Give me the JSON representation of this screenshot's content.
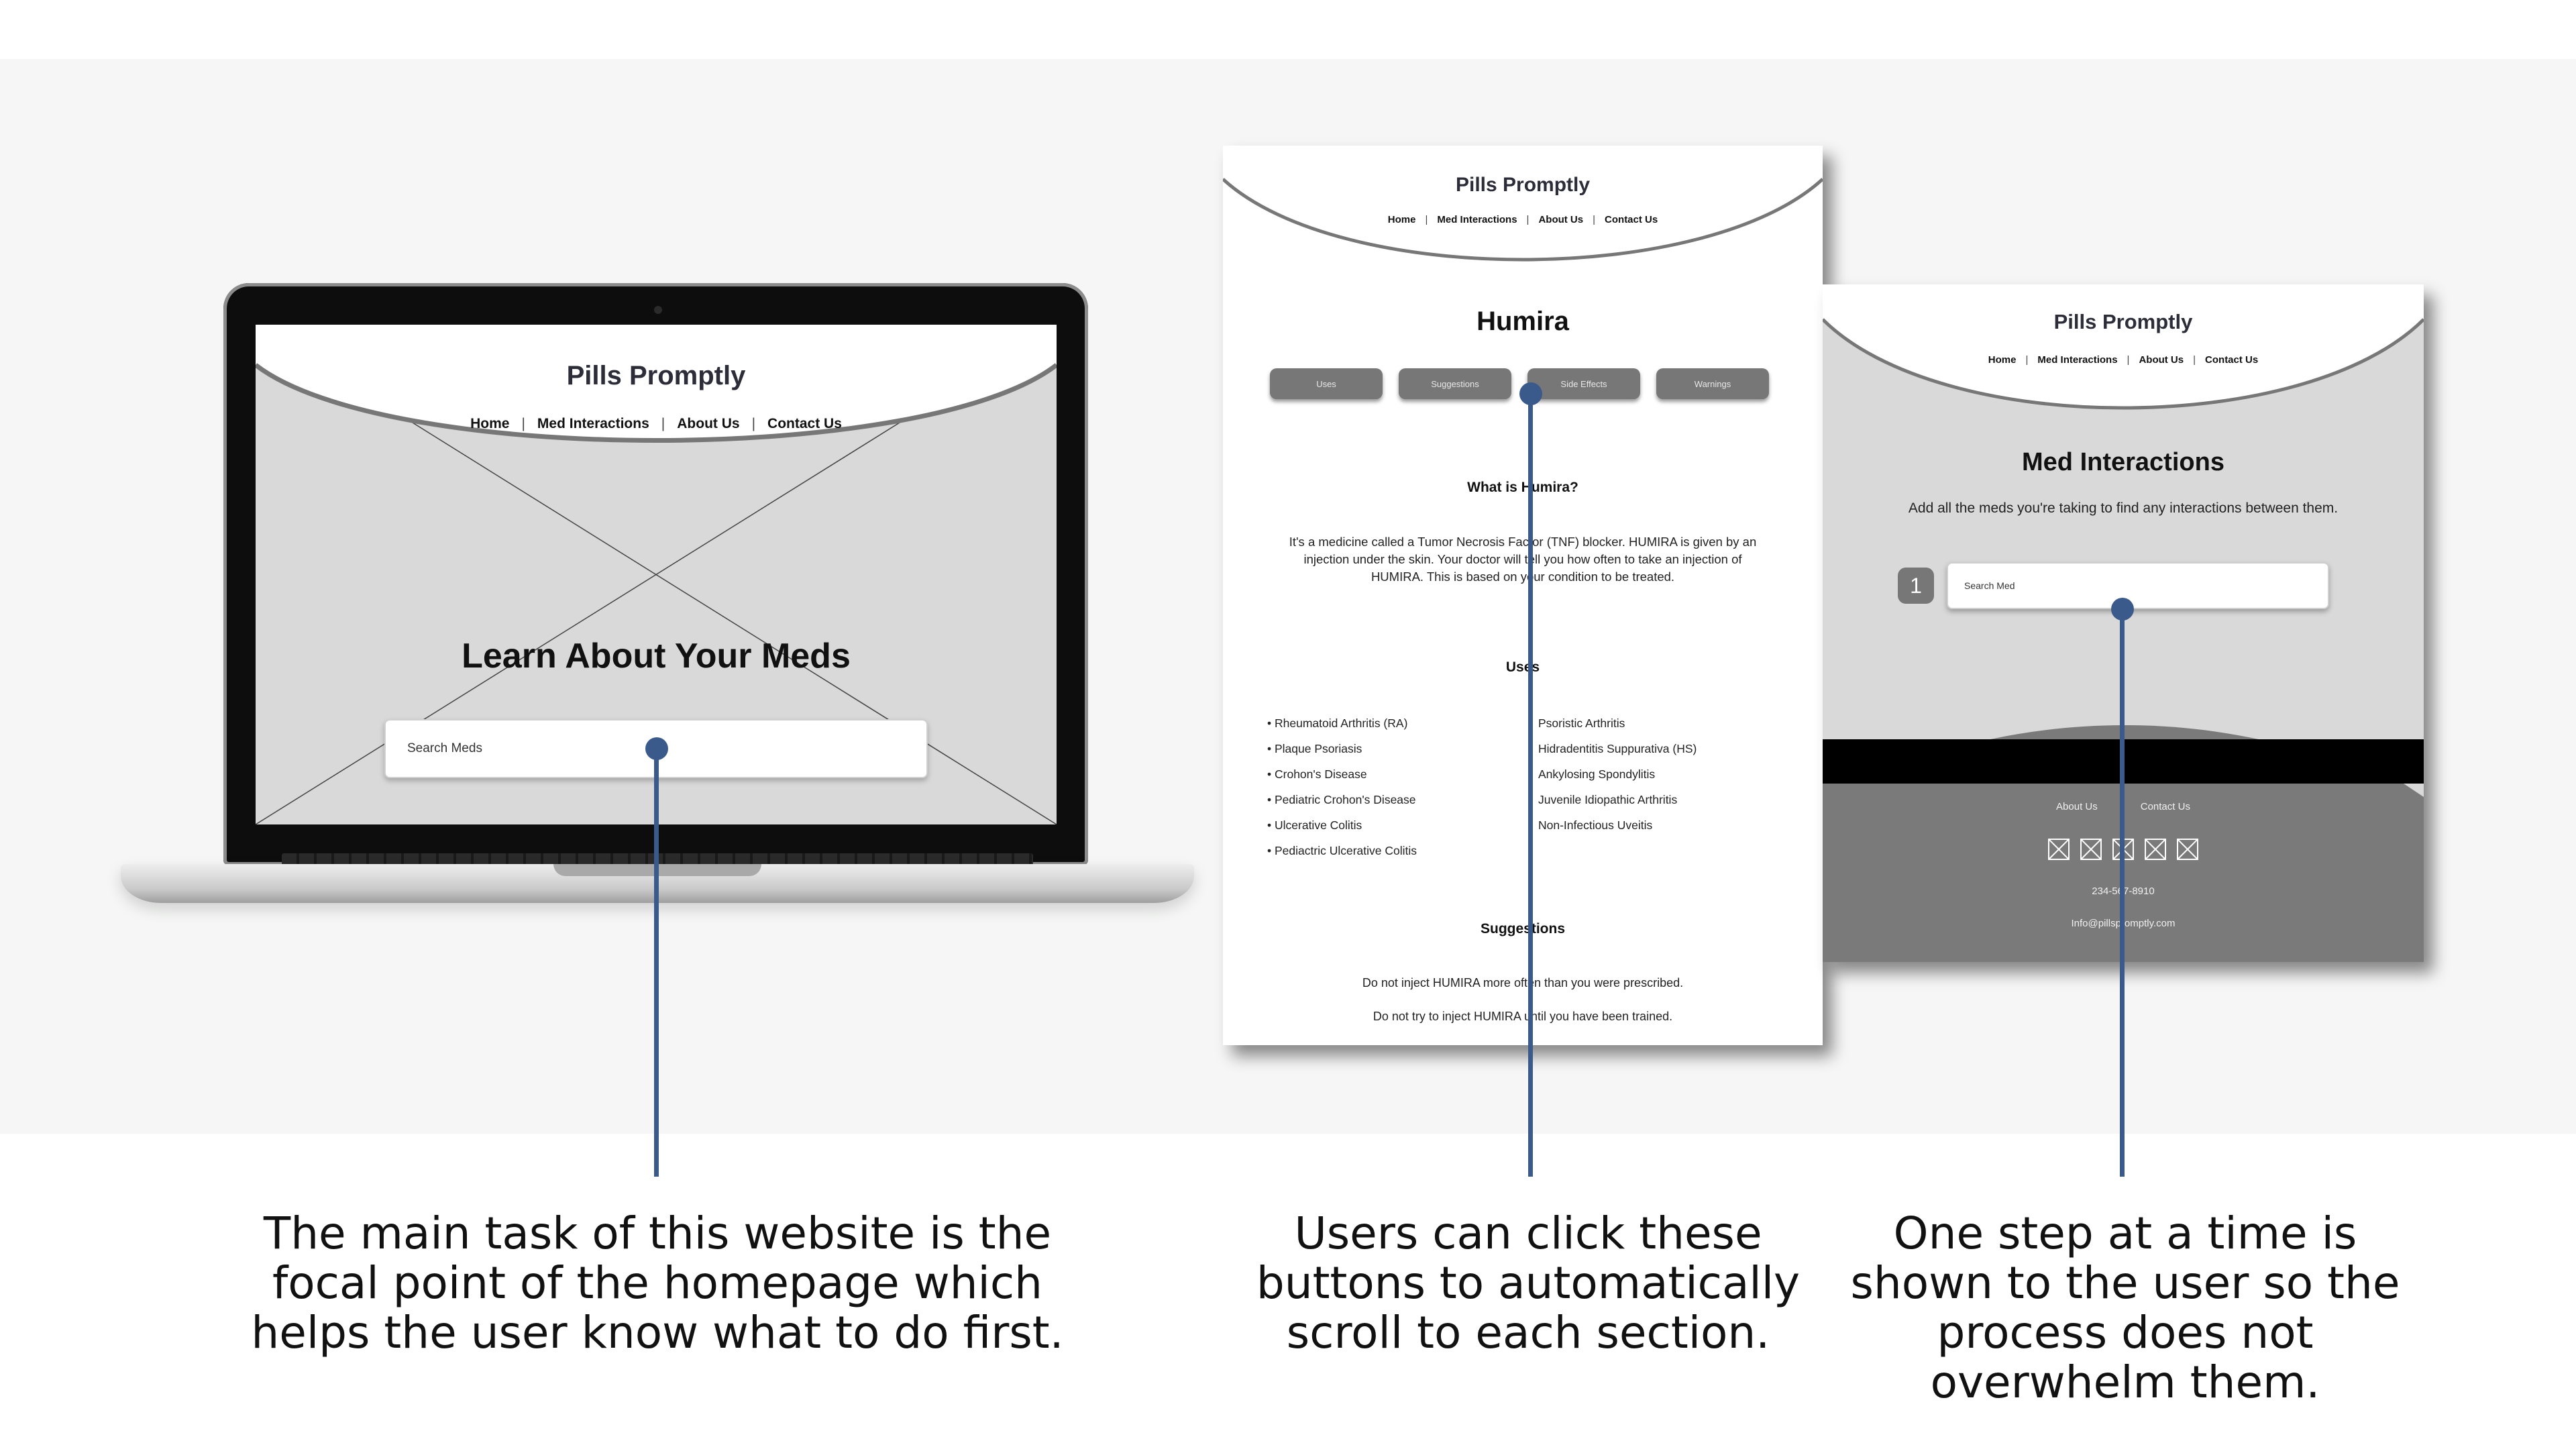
{
  "homepage": {
    "brand": "Pills Promptly",
    "nav": [
      "Home",
      "Med Interactions",
      "About Us",
      "Contact Us"
    ],
    "hero": "Learn About Your Meds",
    "search_placeholder": "Search Meds"
  },
  "humira_page": {
    "brand": "Pills Promptly",
    "nav": [
      "Home",
      "Med Interactions",
      "About Us",
      "Contact Us"
    ],
    "title": "Humira",
    "buttons": [
      "Uses",
      "Suggestions",
      "Side Effects",
      "Warnings"
    ],
    "what_heading": "What is Humira?",
    "what_text": "It's a medicine called a Tumor Necrosis Factor (TNF) blocker. HUMIRA is given by an injection under the skin. Your doctor will tell you how often to take an injection of HUMIRA. This is based on your condition to be treated.",
    "uses_heading": "Uses",
    "uses_left": [
      "Rheumatoid Arthritis (RA)",
      "Plaque Psoriasis",
      "Crohon's Disease",
      "Pediatric Crohon's Disease",
      "Ulcerative Colitis",
      "Pediactric Ulcerative Colitis"
    ],
    "uses_right": [
      "Psoristic Arthritis",
      "Hidradentitis Suppurativa (HS)",
      "Ankylosing Spondylitis",
      "Juvenile Idiopathic Arthritis",
      "Non-Infectious Uveitis"
    ],
    "suggestions_heading": "Suggestions",
    "suggestions": [
      "Do not inject HUMIRA more often than you were prescribed.",
      "Do not try to inject HUMIRA until you have been trained."
    ]
  },
  "med_page": {
    "brand": "Pills Promptly",
    "nav": [
      "Home",
      "Med Interactions",
      "About Us",
      "Contact Us"
    ],
    "title": "Med Interactions",
    "subtitle": "Add all the meds you're taking to find any interactions between them.",
    "step": "1",
    "search_placeholder": "Search Med",
    "footer_nav": [
      "About Us",
      "Contact Us"
    ],
    "phone": "234-567-8910",
    "email": "Info@pillspromptly.com"
  },
  "captions": {
    "left": "The main task of this website is the focal point of the homepage which helps the user know what to do first.",
    "middle": "Users can click these buttons to automatically scroll to each section.",
    "right": "One step at a time is shown to the user so the process does not overwhelm them."
  },
  "colors": {
    "accent": "#3b5a8c",
    "wireframe_gray": "#d9d9d9",
    "button_gray": "#777777",
    "background_band": "#f5f6f5"
  }
}
